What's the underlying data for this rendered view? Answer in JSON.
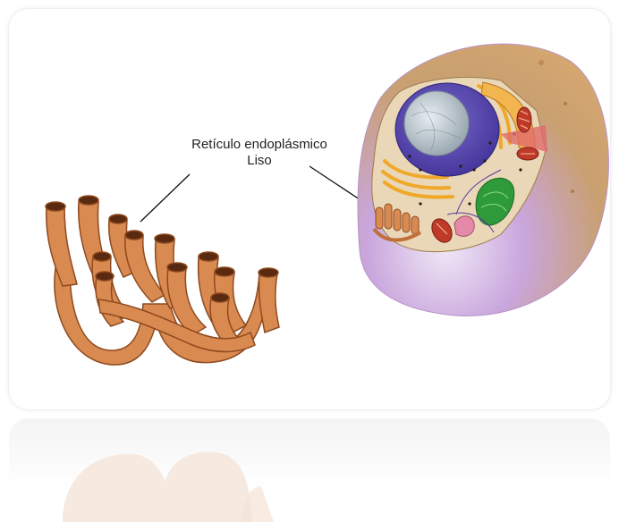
{
  "label": {
    "line1": "Retículo endoplásmico",
    "line2": "Liso"
  },
  "colors": {
    "er_fill": "#d98a50",
    "er_stroke": "#8e4a1f",
    "er_opening": "#5a2a10",
    "cell_membrane": "#c7a0d8",
    "cytoplasm": "#d9b07a",
    "nucleus": "#5c4db0",
    "nucleolus": "#b8c4cc",
    "golgi": "#f0a828",
    "chloroplast": "#2f9a3a",
    "mitochondria": "#c03a2a"
  },
  "icons": {
    "er": "smooth-er-illustration",
    "cell": "animal-cell-illustration"
  }
}
